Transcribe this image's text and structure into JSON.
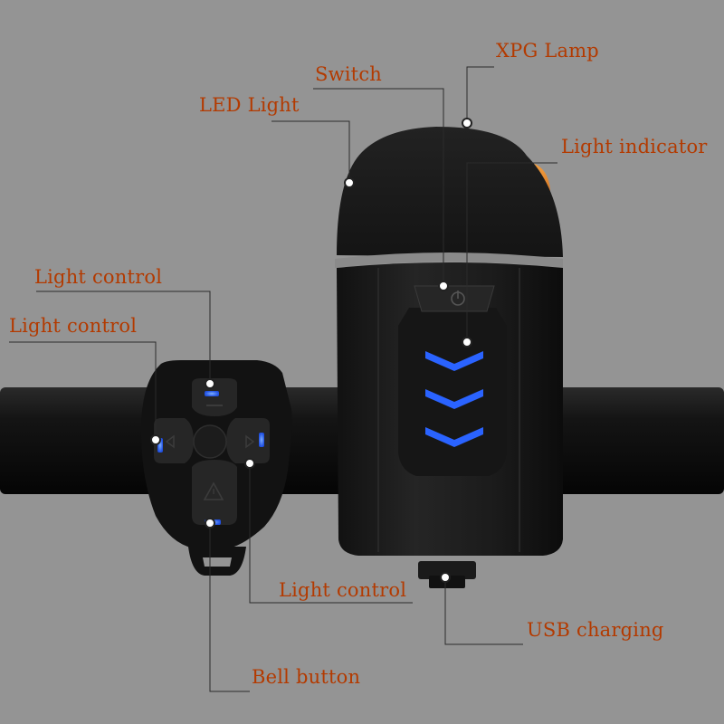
{
  "colors": {
    "background": "#949494",
    "label_text": "#b33a00",
    "leader_line": "#2b2b2b",
    "device_body": "#1c1c1c",
    "accent_orange": "#e07a1f",
    "indicator_blue": "#1f5fff"
  },
  "icons": {
    "power": "power-icon",
    "warning": "warning-triangle-icon",
    "left": "left-arrow-icon",
    "right": "right-arrow-icon"
  },
  "callouts": {
    "xpg_lamp": "XPG Lamp",
    "switch": "Switch",
    "led_light": "LED Light",
    "light_indicator": "Light indicator",
    "light_control_top": "Light control",
    "light_control_left": "Light control",
    "light_control_right": "Light control",
    "usb_charging": "USB charging",
    "bell_button": "Bell button"
  }
}
